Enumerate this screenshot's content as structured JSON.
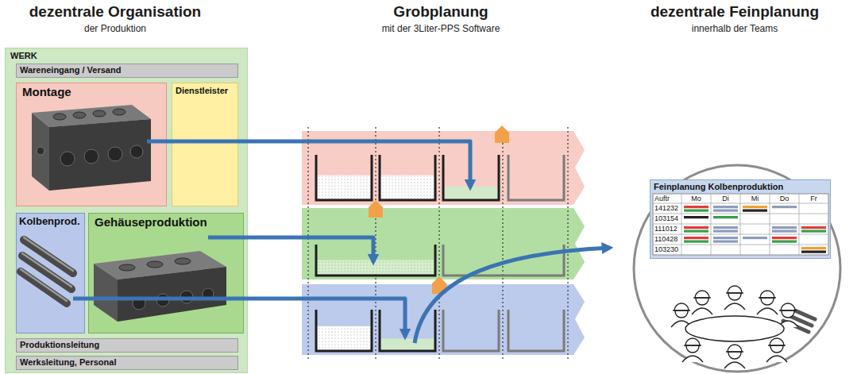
{
  "diagram": {
    "nodes": [
      {
        "text": [
          "WERK"
        ]
      },
      {
        "text": [
          "Wareneingang / Versand"
        ],
        "in": 0
      },
      {
        "text": [
          "Montage"
        ],
        "in": 0
      },
      {
        "text": [
          "Dienstleister"
        ],
        "in": 0
      },
      {
        "text": [
          "Kolbenprod."
        ],
        "in": 0
      },
      {
        "text": [
          "Gehäuseproduktion"
        ],
        "in": 0
      },
      {
        "text": [
          "Produktionsleitung"
        ],
        "in": 0
      },
      {
        "text": [
          "Werksleitung, Personal"
        ],
        "in": 0
      },
      {
        "text": [
          "Feinplanung Kolbenproduktion"
        ]
      }
    ],
    "labels": [
      "dezentrale Organisation",
      "der Produktion",
      "Grobplanung",
      "mit der 3Liter-PPS Software",
      "dezentrale Feinplanung",
      "innerhalb der Teams",
      "Auftr",
      "Mo",
      "Di",
      "Mi",
      "Do",
      "Fr",
      "141232",
      "103154",
      "111012",
      "110428",
      "103230"
    ]
  }
}
